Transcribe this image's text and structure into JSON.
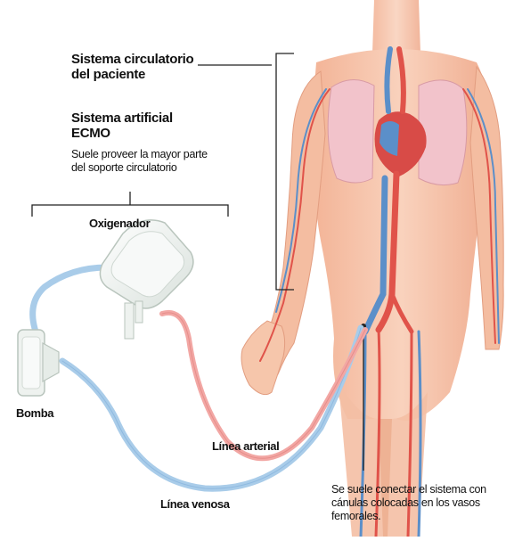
{
  "labels": {
    "patient_system_line1": "Sistema circulatorio",
    "patient_system_line2": "del paciente",
    "ecmo_line1": "Sistema artificial",
    "ecmo_line2": "ECMO",
    "ecmo_desc_line1": "Suele proveer la mayor parte",
    "ecmo_desc_line2": "del soporte circulatorio",
    "oxygenator": "Oxigenador",
    "pump": "Bomba",
    "arterial_line": "Línea arterial",
    "venous_line": "Línea venosa",
    "note_line1": "Se suele conectar el sistema con",
    "note_line2": "cánulas colocadas en los vasos",
    "note_line3": "femorales."
  },
  "colors": {
    "skin": "#f6c3a8",
    "skin_dark": "#e9a487",
    "lungs": "#f2c4cc",
    "artery": "#e0534a",
    "vein": "#6e9fd0",
    "arterial_tube": "#f2a7a4",
    "venous_tube": "#a9cce9",
    "device": "#eef2ef"
  }
}
